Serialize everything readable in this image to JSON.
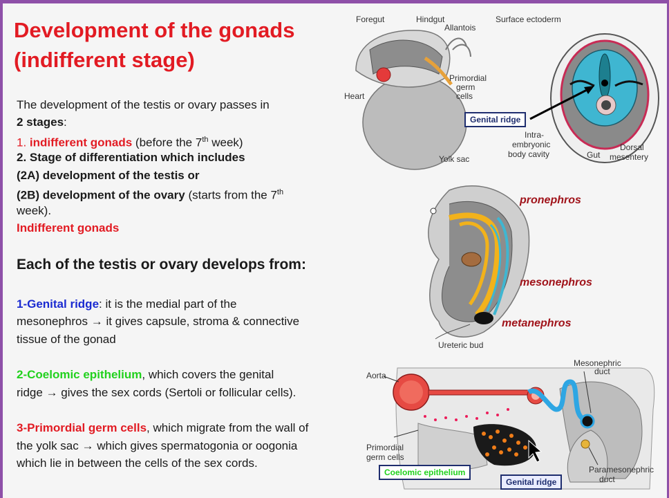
{
  "title": {
    "line1": "Development of the gonads",
    "line2": "(indifferent stage)"
  },
  "intro": {
    "line1": "The development of the testis or ovary passes in",
    "stages": "2 stages",
    "stage1_num": "1. ",
    "stage1_label": "indifferent gonads",
    "stage1_rest_pre": " (before the 7",
    "sup_th": "th",
    "stage1_rest_post": " week)",
    "stage2": "2. Stage of differentiation which includes",
    "stage2a": "(2A) development of the testis or",
    "stage2b_bold": "(2B) development of the ovary",
    "stage2b_rest": " (starts from the 7",
    "stage2b_end": "week).",
    "indifferent": "Indifferent gonads"
  },
  "develops_heading": "Each of the testis or ovary develops from:",
  "items": [
    {
      "label": "1-Genital ridge",
      "line1": ": it is the medial part of the",
      "line2": "mesonephros → it gives capsule, stroma & connective",
      "line3": "tissue of the gonad"
    },
    {
      "label": "2-Coelomic epithelium",
      "line1": ", which covers the genital",
      "line2": "ridge → gives the sex cords (Sertoli or follicular cells)."
    },
    {
      "label": "3-Primordial germ cells",
      "line1": ", which migrate from the wall of",
      "line2": "the yolk sac → which gives spermatogonia or oogonia",
      "line3": "which lie in between the cells of the sex cords."
    }
  ],
  "fig1": {
    "foregut": "Foregut",
    "hindgut": "Hindgut",
    "allantois": "Allantois",
    "primordial1": "Primordial",
    "primordial2": "germ",
    "primordial3": "cells",
    "heart": "Heart",
    "yolk": "Yolk sac",
    "surface": "Surface ectoderm",
    "genital_ridge": "Genital ridge",
    "intra1": "Intra-",
    "intra2": "embryonic",
    "intra3": "body cavity",
    "gut": "Gut",
    "dorsal1": "Dorsal",
    "dorsal2": "mesentery"
  },
  "fig2": {
    "pronephros": "pronephros",
    "mesonephros": "mesonephros",
    "metanephros": "metanephros",
    "ureteric": "Ureteric bud"
  },
  "fig3": {
    "aorta": "Aorta",
    "meso1": "Mesonephric",
    "meso2": "duct",
    "prim1": "Primordial",
    "prim2": "germ cells",
    "coelomic": "Coelomic epithelium",
    "genital": "Genital ridge",
    "para1": "Paramesonephric",
    "para2": "duct"
  },
  "colors": {
    "title": "#e21b23",
    "blue": "#1b2bd1",
    "green": "#22d11e",
    "frame": "#8e50a8"
  }
}
